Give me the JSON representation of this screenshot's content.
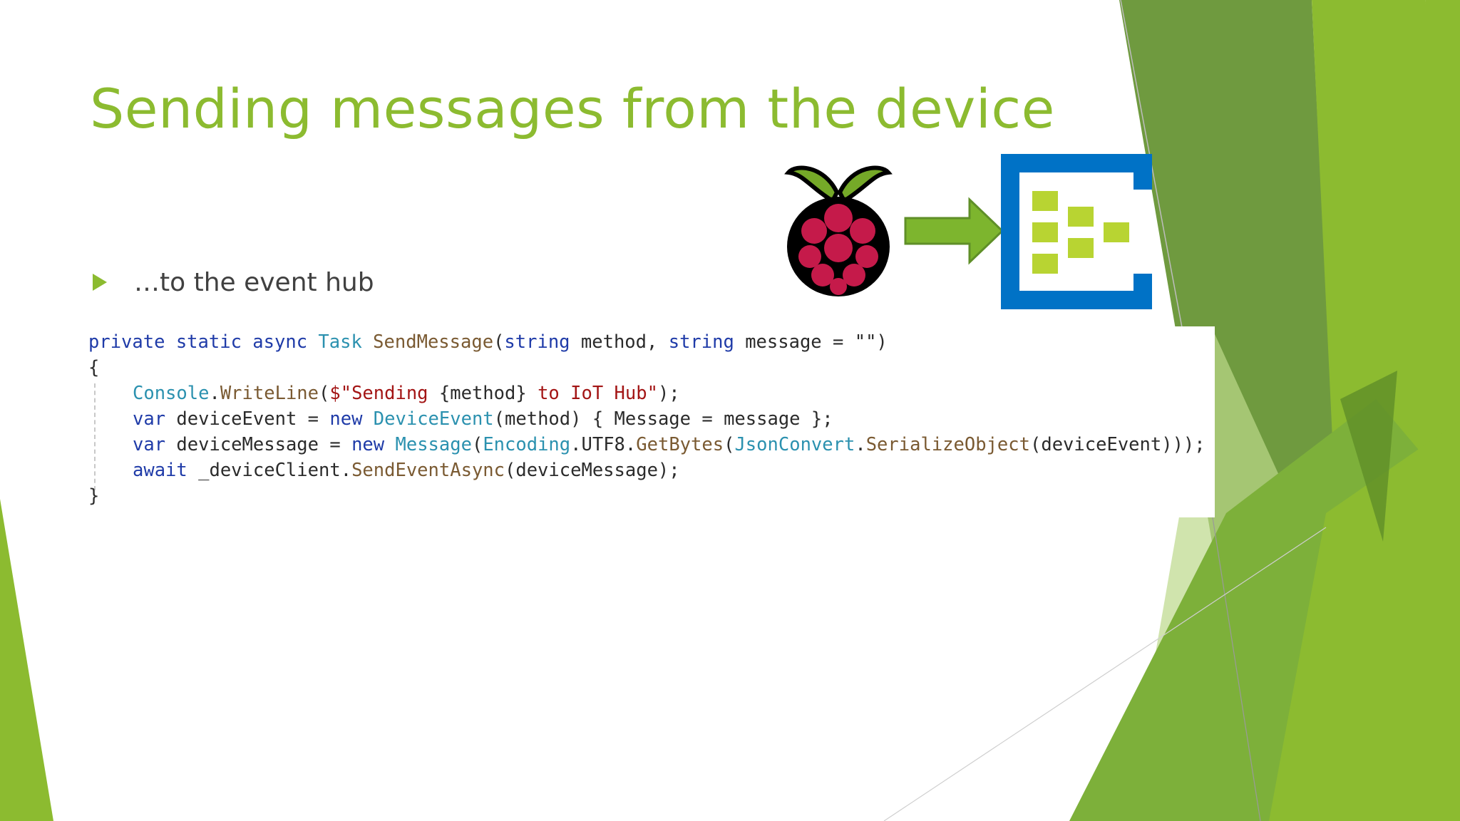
{
  "slide": {
    "title": "Sending messages from the device",
    "bullet": "…to the event hub"
  },
  "code": {
    "line1": {
      "kw": "private static async ",
      "type": "Task",
      "method": " SendMessage",
      "rest1": "(",
      "kw2": "string",
      "rest2": " method, ",
      "kw3": "string",
      "rest3": " message = \"\")"
    },
    "line2": "{",
    "line3": {
      "type": "Console",
      "rest1": ".",
      "method": "WriteLine",
      "rest2": "(",
      "str": "$\"Sending ",
      "interp": "{method}",
      "str2": " to IoT Hub\"",
      "rest3": ");"
    },
    "line4": {
      "kw": "var",
      "rest1": " deviceEvent = ",
      "kw2": "new",
      "rest2": " ",
      "type": "DeviceEvent",
      "rest3": "(method) { Message = message };"
    },
    "line5": {
      "kw": "var",
      "rest1": " deviceMessage = ",
      "kw2": "new",
      "rest2": " ",
      "type": "Message",
      "rest3": "(",
      "type2": "Encoding",
      "rest4": ".UTF8.",
      "method": "GetBytes",
      "rest5": "(",
      "type3": "JsonConvert",
      "rest6": ".",
      "method2": "SerializeObject",
      "rest7": "(deviceEvent)));"
    },
    "line6": {
      "kw": "await",
      "rest1": " _deviceClient.",
      "method": "SendEventAsync",
      "rest2": "(deviceMessage);"
    },
    "line7": "}"
  },
  "colors": {
    "accent_green": "#8cbb30",
    "dark_green": "#5f9a2b",
    "event_hub_blue": "#0072c6",
    "raspberry_red": "#c51a4a"
  },
  "icons": [
    "raspberry-pi-logo",
    "right-arrow-icon",
    "event-hub-icon"
  ]
}
